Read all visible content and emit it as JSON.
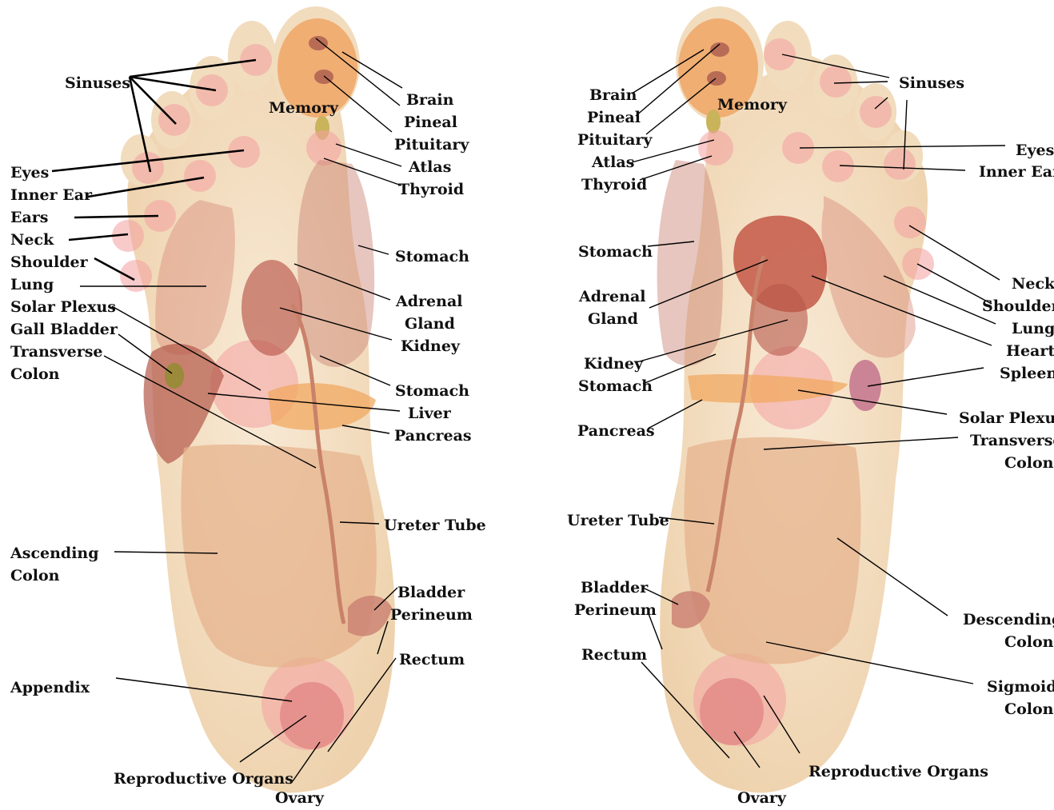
{
  "diagram": {
    "left_foot": {
      "sinuses": "Sinuses",
      "eyes": "Eyes",
      "inner_ear": "Inner Ear",
      "ears": "Ears",
      "neck": "Neck",
      "shoulder": "Shoulder",
      "lung": "Lung",
      "solar_plexus": "Solar Plexus",
      "gall_bladder": "Gall Bladder",
      "transverse_colon_1": "Transverse",
      "transverse_colon_2": "Colon",
      "ascending_colon_1": "Ascending",
      "ascending_colon_2": "Colon",
      "appendix": "Appendix",
      "reproductive_organs": "Reproductive Organs",
      "ovary": "Ovary",
      "memory": "Memory",
      "brain": "Brain",
      "pineal": "Pineal",
      "pituitary": "Pituitary",
      "atlas": "Atlas",
      "thyroid": "Thyroid",
      "stomach_upper": "Stomach",
      "adrenal_1": "Adrenal",
      "adrenal_2": "Gland",
      "kidney": "Kidney",
      "stomach_lower": "Stomach",
      "liver": "Liver",
      "pancreas": "Pancreas",
      "ureter_tube": "Ureter Tube",
      "bladder": "Bladder",
      "perineum": "Perineum",
      "rectum": "Rectum"
    },
    "right_foot": {
      "brain": "Brain",
      "pineal": "Pineal",
      "pituitary": "Pituitary",
      "atlas": "Atlas",
      "thyroid": "Thyroid",
      "memory": "Memory",
      "stomach_upper": "Stomach",
      "adrenal_1": "Adrenal",
      "adrenal_2": "Gland",
      "kidney": "Kidney",
      "stomach_lower": "Stomach",
      "pancreas": "Pancreas",
      "ureter_tube": "Ureter Tube",
      "bladder": "Bladder",
      "perineum": "Perineum",
      "rectum": "Rectum",
      "ovary": "Ovary",
      "reproductive_organs": "Reproductive Organs",
      "sinuses": "Sinuses",
      "eyes": "Eyes",
      "inner_ear": "Inner Ear",
      "neck": "Neck",
      "shoulder": "Shoulder",
      "lung": "Lung",
      "heart": "Heart",
      "spleen": "Spleen",
      "solar_plexus": "Solar Plexus",
      "transverse_colon_1": "Transverse",
      "transverse_colon_2": "Colon",
      "descending_colon_1": "Descending",
      "descending_colon_2": "Colon",
      "sigmoid_colon_1": "Sigmoid",
      "sigmoid_colon_2": "Colon"
    },
    "colors": {
      "foot_skin": "#f6e3c8",
      "foot_edge": "#eccfa6",
      "hotspot": "#f4a0a0",
      "organ": "#d98c7a",
      "intestine": "#e6b08a",
      "brain": "#efa86a",
      "liver": "#b3584a"
    }
  }
}
